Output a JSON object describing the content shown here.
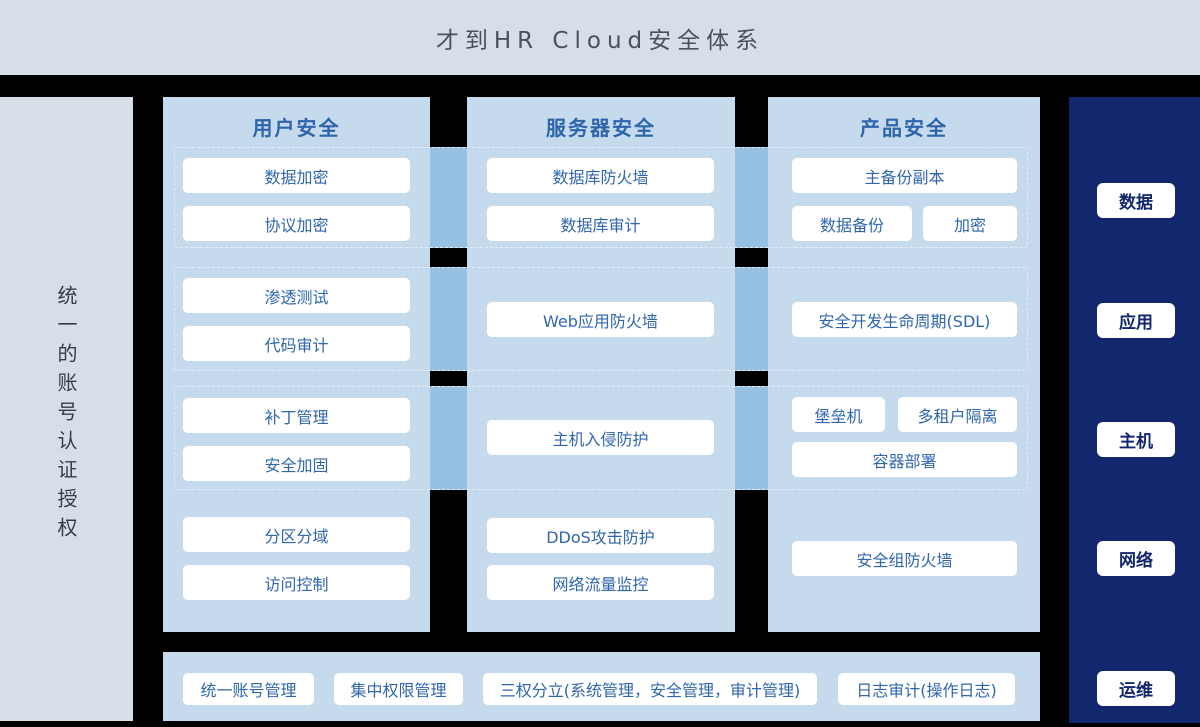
{
  "title": "才到HR Cloud安全体系",
  "left_rail": {
    "label": "统一的账号认证授权"
  },
  "columns": [
    {
      "header": "用户安全",
      "groups": [
        [
          "数据加密",
          "协议加密"
        ],
        [
          "渗透测试",
          "代码审计"
        ],
        [
          "补丁管理",
          "安全加固"
        ],
        [
          "分区分域",
          "访问控制"
        ]
      ]
    },
    {
      "header": "服务器安全",
      "groups": [
        [
          "数据库防火墙",
          "数据库审计"
        ],
        [
          "Web应用防火墙"
        ],
        [
          "主机入侵防护"
        ],
        [
          "DDoS攻击防护",
          "网络流量监控"
        ]
      ]
    },
    {
      "header": "产品安全",
      "groups": [
        [
          "主备份副本",
          "数据备份",
          "加密"
        ],
        [
          "安全开发生命周期(SDL)"
        ],
        [
          "堡垒机",
          "多租户隔离",
          "容器部署"
        ],
        [
          "安全组防火墙"
        ]
      ]
    }
  ],
  "right_rail": {
    "items": [
      "数据",
      "应用",
      "主机",
      "网络",
      "运维"
    ]
  },
  "bottom_bar": {
    "items": [
      "统一账号管理",
      "集中权限管理",
      "三权分立(系统管理，安全管理，审计管理)",
      "日志审计(操作日志)"
    ]
  },
  "colors": {
    "page_bg": "#000000",
    "rail_bg": "#d7dee7",
    "column_bg": "#c5daec",
    "connector": "#97c1e3",
    "navy": "#12276e",
    "button_text": "#2f66ae",
    "column_header_text": "#2d64aa",
    "title_text": "#48525f"
  }
}
